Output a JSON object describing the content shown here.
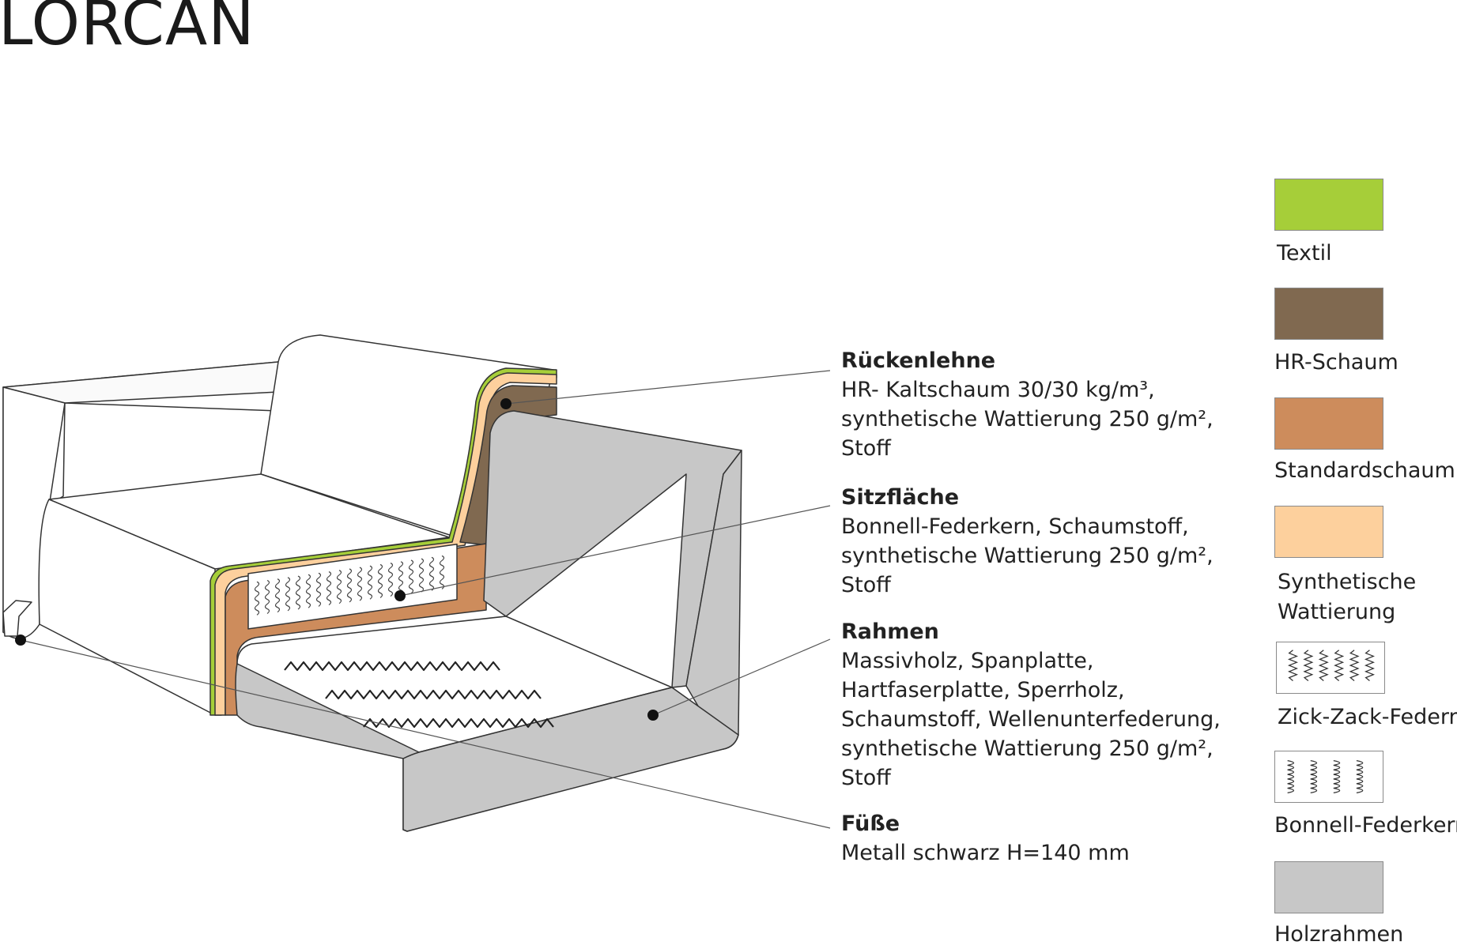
{
  "title": "LORCAN",
  "colors": {
    "textil": "#a6ce39",
    "hr_schaum": "#806950",
    "standardschaum": "#cd8c5c",
    "wattierung": "#fdd09d",
    "holzrahmen": "#c7c7c7",
    "outline": "#333333"
  },
  "callouts": [
    {
      "id": "back",
      "heading": "Rückenlehne",
      "lines": [
        "HR- Kaltschaum 30/30 kg/m³,",
        "synthetische Wattierung 250 g/m²,",
        "Stoff"
      ]
    },
    {
      "id": "seat",
      "heading": "Sitzfläche",
      "lines": [
        "Bonnell-Federkern, Schaumstoff,",
        "synthetische Wattierung 250 g/m²,",
        "Stoff"
      ]
    },
    {
      "id": "frame",
      "heading": "Rahmen",
      "lines": [
        "Massivholz, Spanplatte,",
        "Hartfaserplatte, Sperrholz,",
        "Schaumstoff, Wellenunterfederung,",
        "synthetische Wattierung 250 g/m²,",
        "Stoff"
      ]
    },
    {
      "id": "feet",
      "heading": "Füße",
      "lines": [
        "Metall schwarz H=140 mm"
      ]
    }
  ],
  "legend": [
    {
      "label": "Textil",
      "color": "#a6ce39",
      "pattern": "none"
    },
    {
      "label": "HR-Schaum",
      "color": "#806950",
      "pattern": "none"
    },
    {
      "label": "Standardschaum",
      "color": "#cd8c5c",
      "pattern": "none"
    },
    {
      "label": "Synthetische",
      "label2": "Wattierung",
      "color": "#fdd09d",
      "pattern": "none"
    },
    {
      "label": "Zick-Zack-Federn",
      "color": "#ffffff",
      "pattern": "zigzag"
    },
    {
      "label": "Bonnell-Federkern",
      "color": "#ffffff",
      "pattern": "coil"
    },
    {
      "label": "Holzrahmen",
      "color": "#c7c7c7",
      "pattern": "none"
    }
  ]
}
